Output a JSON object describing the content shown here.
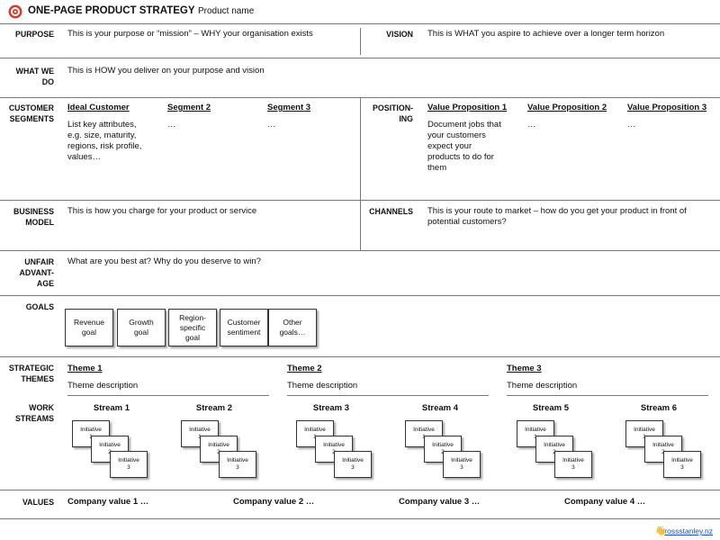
{
  "header": {
    "title": "ONE-PAGE PRODUCT STRATEGY",
    "product_name": "Product name"
  },
  "purpose": {
    "label": "PURPOSE",
    "text": "This is your purpose or “mission” – WHY your organisation exists"
  },
  "vision": {
    "label": "VISION",
    "text": "This is WHAT you aspire to achieve over a longer term horizon"
  },
  "what_we_do": {
    "label_1": "WHAT WE",
    "label_2": "DO",
    "text": "This is HOW you deliver on your purpose and vision"
  },
  "customer_segments": {
    "label_1": "CUSTOMER",
    "label_2": "SEGMENTS",
    "segments": [
      {
        "title": "Ideal Customer",
        "lines": [
          "List key attributes,",
          "e.g. size, maturity,",
          "regions, risk profile,",
          "values…"
        ]
      },
      {
        "title": "Segment 2",
        "lines": [
          "…"
        ]
      },
      {
        "title": "Segment 3",
        "lines": [
          "…"
        ]
      }
    ]
  },
  "positioning": {
    "label_1": "POSITION-",
    "label_2": "ING",
    "propositions": [
      {
        "title": "Value Proposition 1",
        "lines": [
          "Document  jobs that",
          "your customers",
          "expect your",
          "products to do for",
          "them"
        ]
      },
      {
        "title": "Value Proposition 2",
        "lines": [
          "…"
        ]
      },
      {
        "title": "Value Proposition 3",
        "lines": [
          "…"
        ]
      }
    ]
  },
  "business_model": {
    "label_1": "BUSINESS",
    "label_2": "MODEL",
    "text": "This is how you charge for your product or service"
  },
  "channels": {
    "label": "CHANNELS",
    "text_1": "This is your route to market – how do you get your product in front of",
    "text_2": "potential customers?"
  },
  "unfair_advantage": {
    "label_1": "UNFAIR",
    "label_2": "ADVANT-",
    "label_3": "AGE",
    "text": "What are you best at? Why do you deserve to win?"
  },
  "goals": {
    "label": "GOALS",
    "items": [
      {
        "line1": "Revenue",
        "line2": "goal",
        "line3": ""
      },
      {
        "line1": "Growth",
        "line2": "goal",
        "line3": ""
      },
      {
        "line1": "Region-",
        "line2": "specific",
        "line3": "goal"
      },
      {
        "line1": "Customer",
        "line2": "sentiment",
        "line3": ""
      },
      {
        "line1": "Other",
        "line2": "goals…",
        "line3": ""
      }
    ]
  },
  "strategic_themes": {
    "label_1": "STRATEGIC",
    "label_2": "THEMES",
    "themes": [
      {
        "title": "Theme 1",
        "description": "Theme description"
      },
      {
        "title": "Theme 2",
        "description": "Theme description"
      },
      {
        "title": "Theme 3",
        "description": "Theme description"
      }
    ]
  },
  "work_streams": {
    "label_1": "WORK",
    "label_2": "STREAMS",
    "streams": [
      "Stream 1",
      "Stream 2",
      "Stream 3",
      "Stream 4",
      "Stream 5",
      "Stream 6"
    ],
    "initiatives": [
      {
        "line1": "Initiative",
        "line2": "1"
      },
      {
        "line1": "Initiative",
        "line2": "2"
      },
      {
        "line1": "Initiative",
        "line2": "3"
      }
    ]
  },
  "values": {
    "label": "VALUES",
    "items": [
      "Company value 1 …",
      "Company value 2 …",
      "Company value 3 …",
      "Company value 4 …"
    ]
  },
  "footer": {
    "link": "rossstanley.nz",
    "icon": "waving-hand-icon"
  }
}
